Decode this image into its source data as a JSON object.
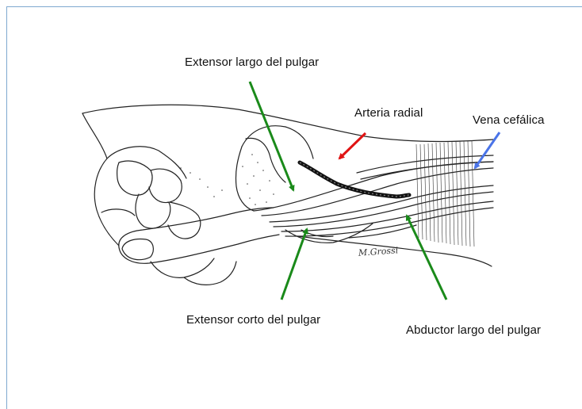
{
  "labels": {
    "extensor_largo": "Extensor largo del pulgar",
    "arteria_radial": "Arteria radial",
    "vena_cefalica": "Vena cefálica",
    "extensor_corto": "Extensor corto del pulgar",
    "abductor_largo": "Abductor largo del pulgar"
  },
  "signature": "M.Grossi",
  "colors": {
    "tendon_arrows": "#1a8a1a",
    "artery_arrow": "#e01414",
    "vein_arrow": "#4a74e8",
    "frame_border": "#7fa9cf"
  }
}
